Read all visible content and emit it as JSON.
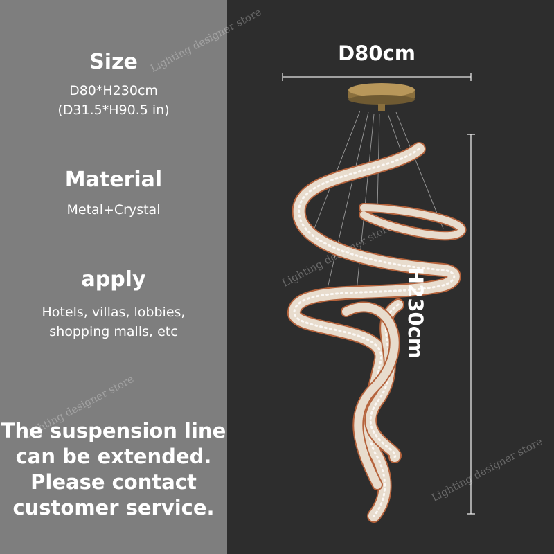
{
  "spec_panel": {
    "size_title": "Size",
    "size_metric": "D80*H230cm",
    "size_imperial": "(D31.5*H90.5 in)",
    "material_title": "Material",
    "material_value": "Metal+Crystal",
    "apply_title": "apply",
    "apply_line1": "Hotels, villas, lobbies,",
    "apply_line2": "shopping malls, etc",
    "notice_lines": [
      "The suspension line",
      "can be extended.",
      "Please contact",
      "customer service."
    ]
  },
  "product_view": {
    "width_label": "D80cm",
    "height_label": "H230cm",
    "product_icon": "spiral-crystal-chandelier"
  },
  "watermark": {
    "text": "Lighting designer store"
  },
  "colors": {
    "left_panel": "#7e7e7e",
    "right_panel": "#2d2d2d",
    "text": "#ffffff",
    "brass": "#a8884f",
    "crystal": "#e8dccd",
    "copper_edge": "#b5633c"
  }
}
